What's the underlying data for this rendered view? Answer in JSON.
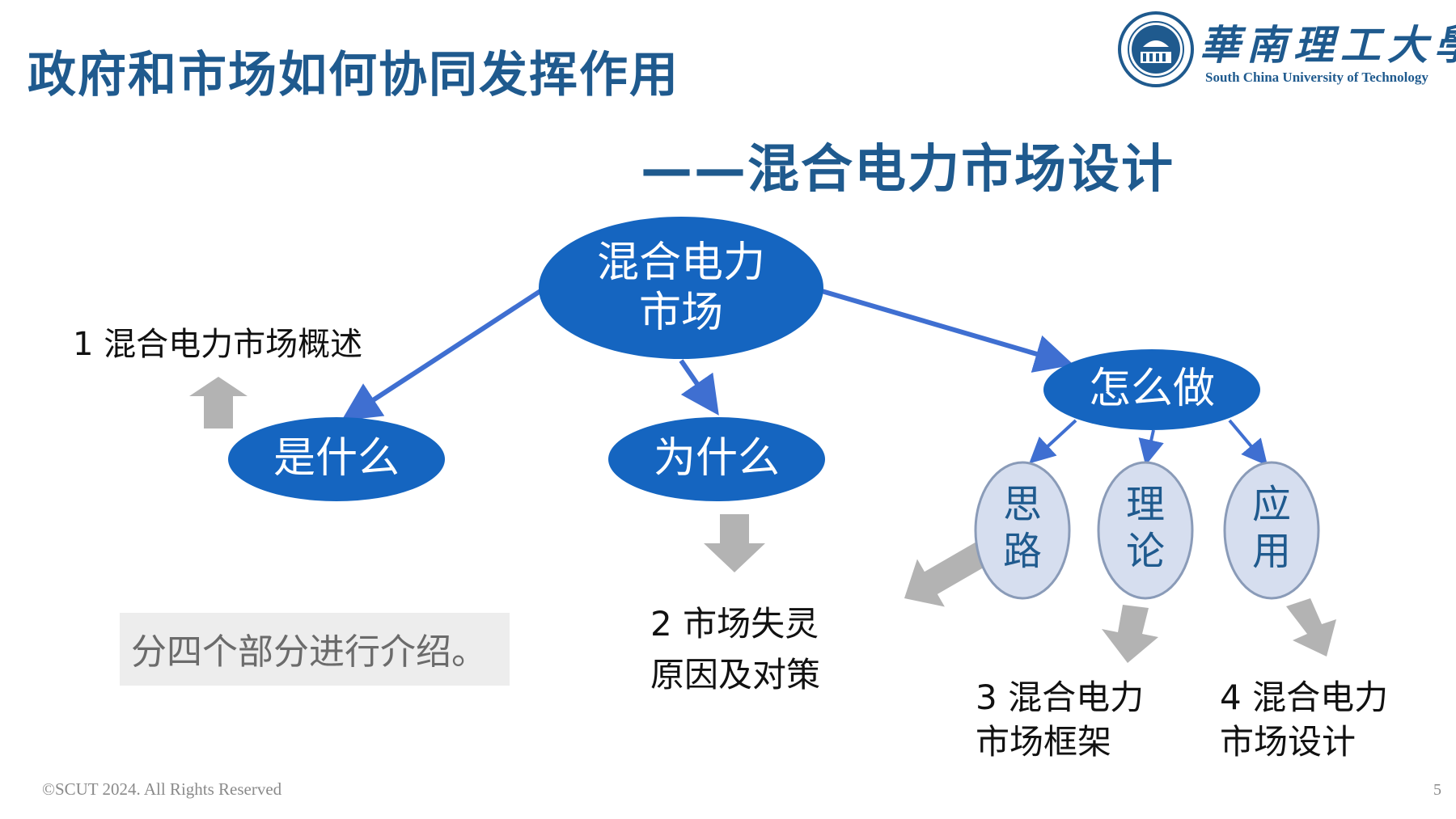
{
  "header": {
    "title": "政府和市场如何协同发挥作用",
    "subtitle": "——混合电力市场设计"
  },
  "logo": {
    "name_cn": "華南理工大學",
    "name_en": "South China University of Technology"
  },
  "diagram": {
    "root": {
      "line1": "混合电力",
      "line2": "市场"
    },
    "branches": {
      "what": "是什么",
      "why": "为什么",
      "how": "怎么做"
    },
    "sub_nodes": [
      {
        "line1": "思",
        "line2": "路"
      },
      {
        "line1": "理",
        "line2": "论"
      },
      {
        "line1": "应",
        "line2": "用"
      }
    ],
    "labels": {
      "part1": "1 混合电力市场概述",
      "part2_line1": "2 市场失灵",
      "part2_line2": "原因及对策",
      "part3_line1": "3 混合电力",
      "part3_line2": "市场框架",
      "part4_line1": "4 混合电力",
      "part4_line2": "市场设计"
    },
    "colors": {
      "node_fill": "#1565c0",
      "sub_node_fill": "#d6deef",
      "connector": "#3f6fd1",
      "gray_arrow": "#b3b3b3",
      "title": "#1f5a8e"
    }
  },
  "note": "分四个部分进行介绍。",
  "footer": {
    "copyright": "©SCUT 2024. All Rights Reserved",
    "page_number": "5"
  }
}
